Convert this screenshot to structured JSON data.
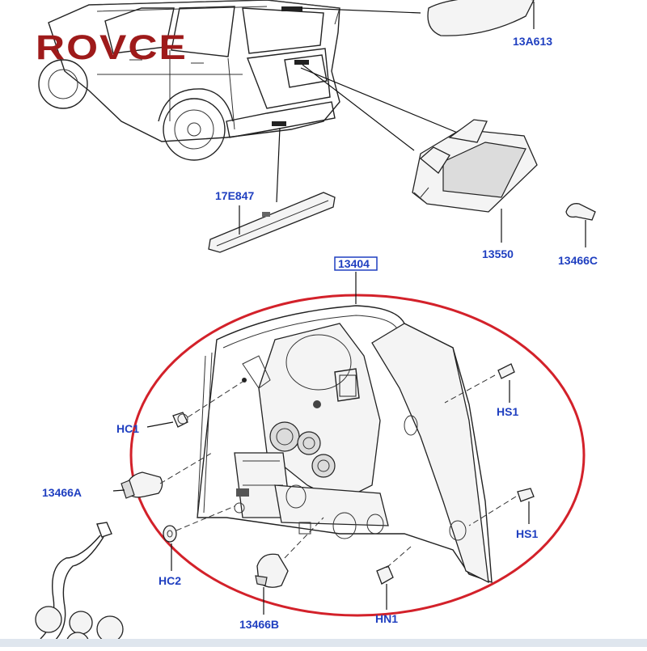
{
  "brand": {
    "name": "ROVCE"
  },
  "callouts": [
    {
      "id": "13A613",
      "label": "13A613"
    },
    {
      "id": "17E847",
      "label": "17E847"
    },
    {
      "id": "13550",
      "label": "13550"
    },
    {
      "id": "13466C",
      "label": "13466C"
    },
    {
      "id": "13404",
      "label": "13404"
    },
    {
      "id": "HC1",
      "label": "HC1"
    },
    {
      "id": "HS1a",
      "label": "HS1"
    },
    {
      "id": "13466A",
      "label": "13466A"
    },
    {
      "id": "HS1b",
      "label": "HS1"
    },
    {
      "id": "HC2",
      "label": "HC2"
    },
    {
      "id": "13466B",
      "label": "13466B"
    },
    {
      "id": "HN1",
      "label": "HN1"
    }
  ],
  "colors": {
    "label": "#1f3fc0",
    "highlight_ring": "#d3212a",
    "brand": "#9e1a1a"
  }
}
